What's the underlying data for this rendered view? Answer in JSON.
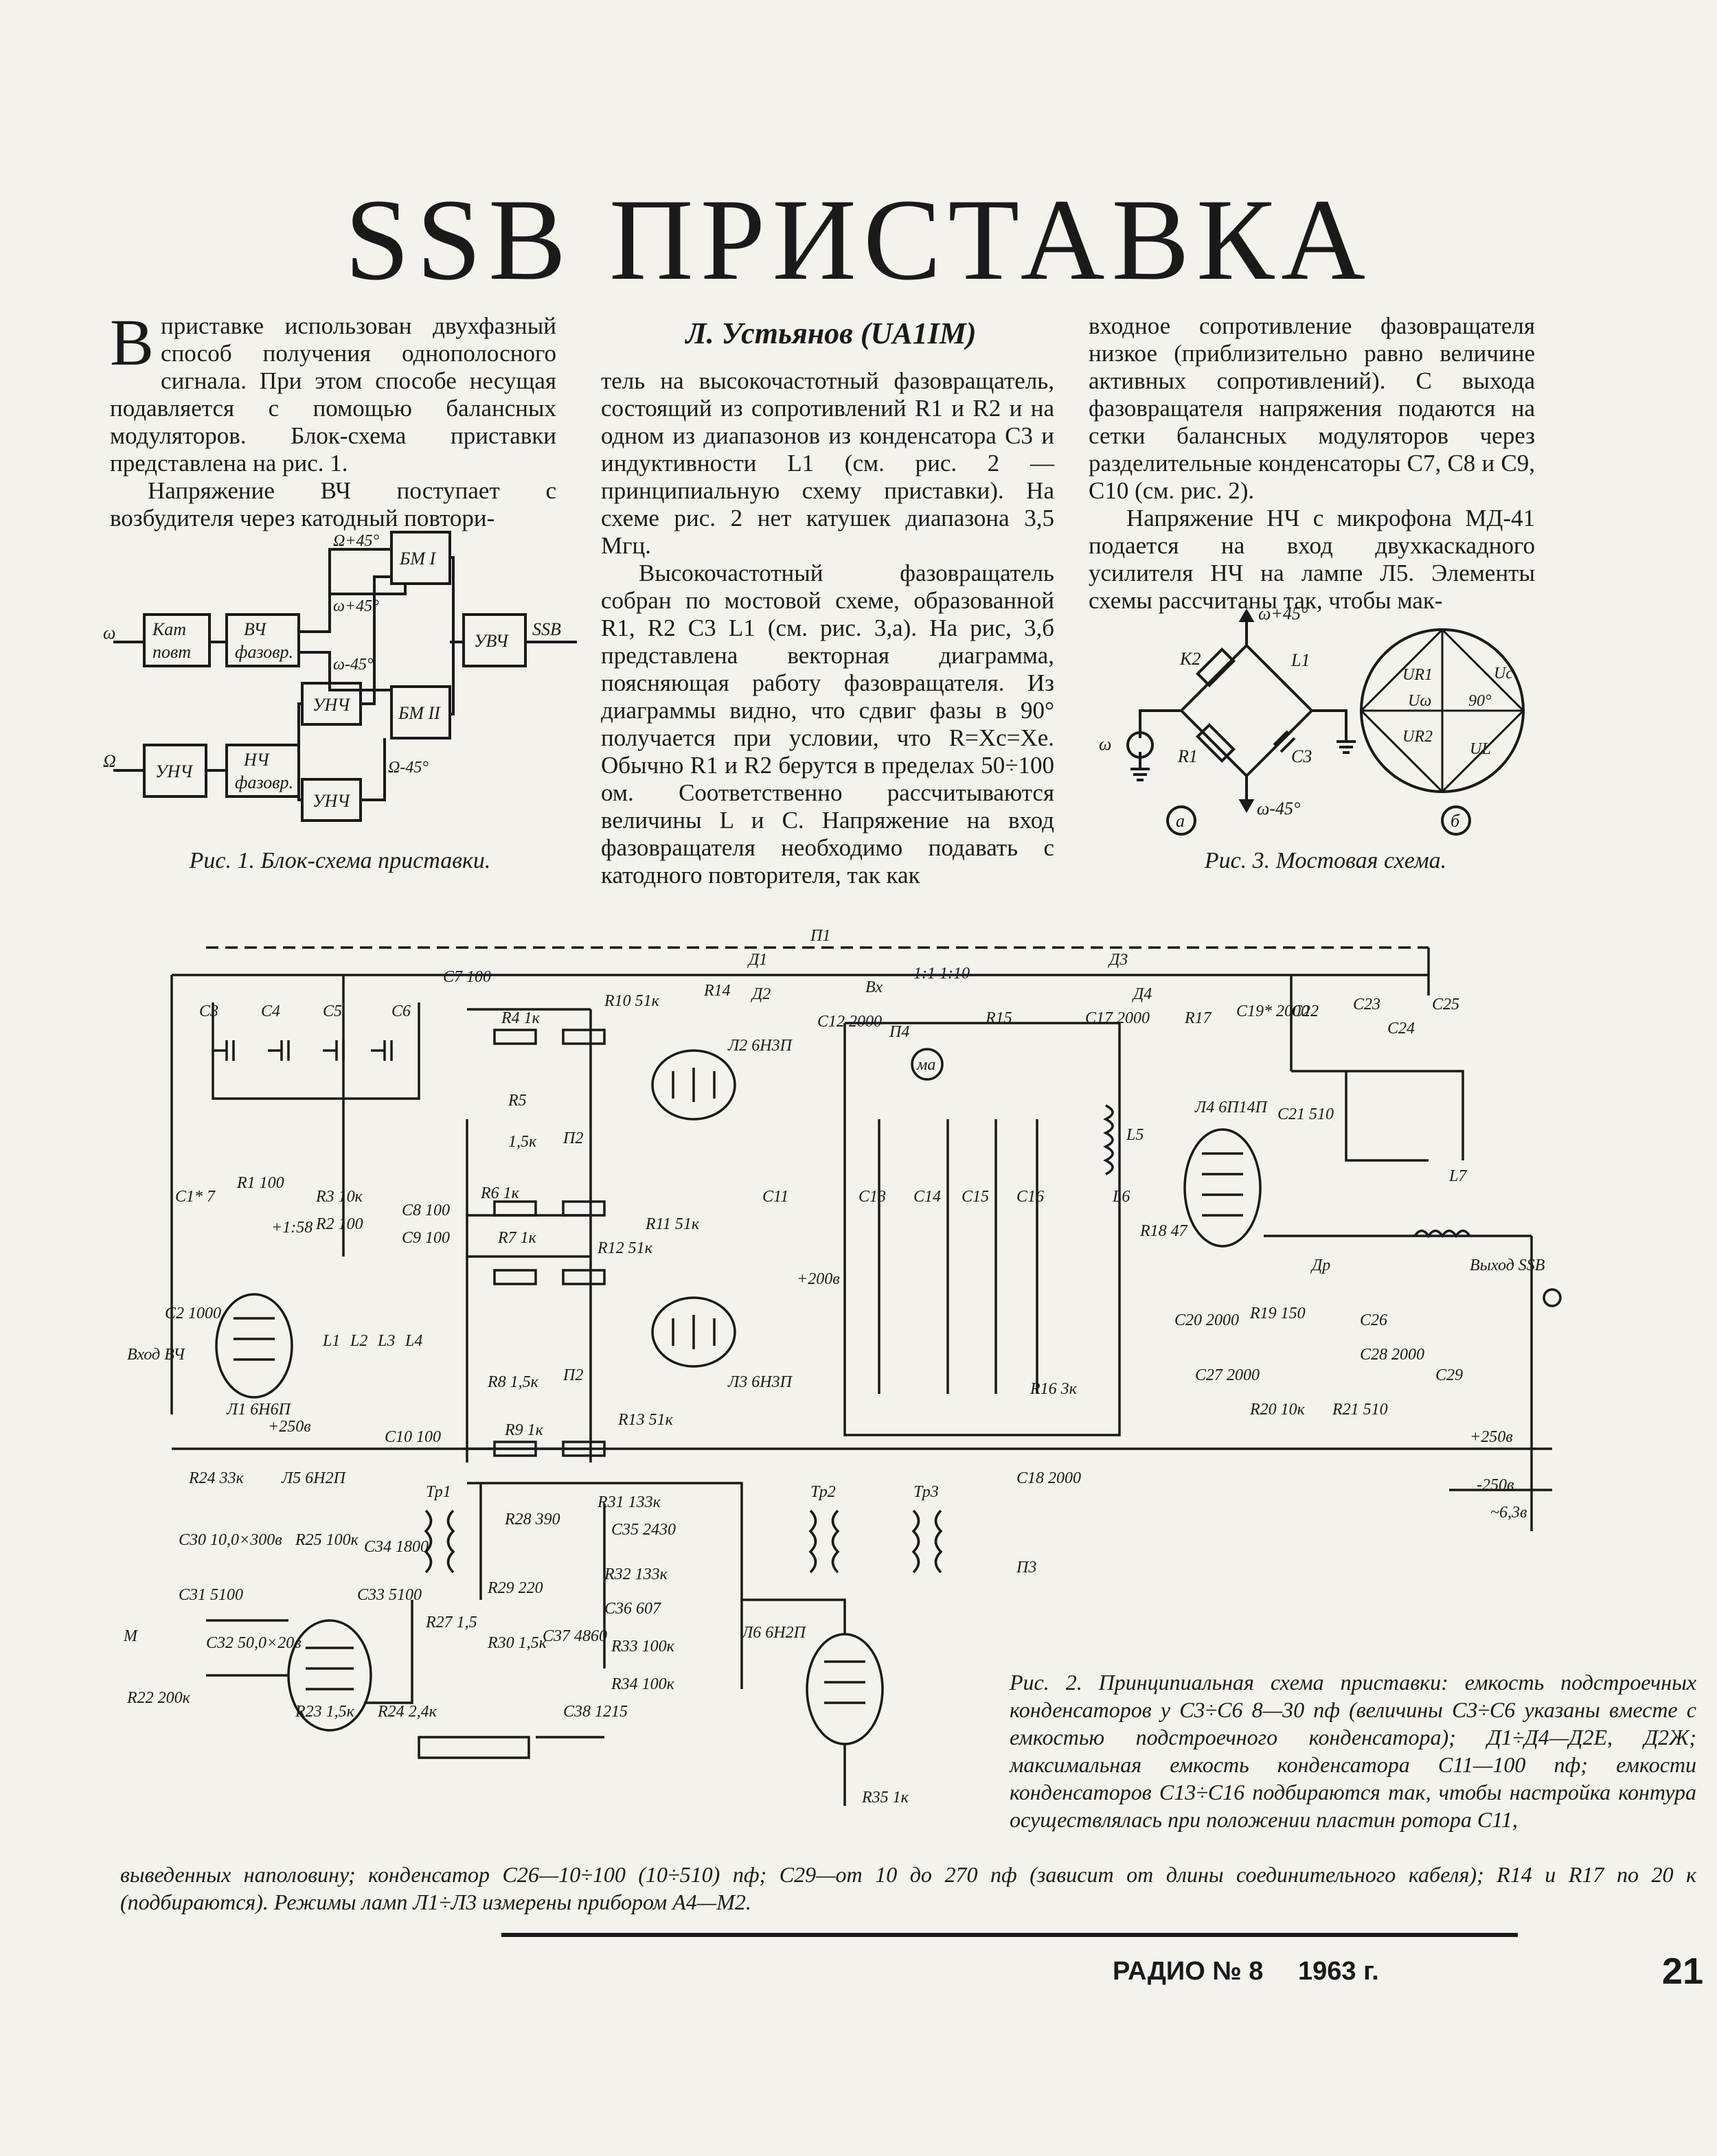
{
  "title": "SSB ПРИСТАВКА",
  "author": "Л. Устьянов (UA1IM)",
  "col1": {
    "dropcap": "В",
    "p1": "приставке использован двухфазный способ получения однополосного сигнала. При этом способе несущая подавляется с помощью балансных модуляторов. Блок-схема приставки представлена на рис. 1.",
    "p2": "Напряжение ВЧ поступает с возбудителя через катодный повтори-"
  },
  "col2": {
    "p1": "тель на высокочастотный фазовращатель, состоящий из сопротивлений R1 и R2 и на одном из диапазонов из конденсатора C3 и индуктивности L1 (см. рис. 2 — принципиальную схему приставки). На схеме рис. 2 нет катушек диапазона 3,5 Мгц.",
    "p2": "Высокочастотный фазовращатель собран по мостовой схеме, образованной R1, R2 C3 L1 (см. рис. 3,а). На рис, 3,б представлена векторная диаграмма, поясняющая работу фазовращателя. Из диаграммы видно, что сдвиг фазы в 90° получается при условии, что R=Xc=Xe. Обычно R1 и R2 берутся в пределах 50÷100 ом. Соответственно рассчитываются величины L и C. Напряжение на вход фазовращателя необходимо подавать с катодного повторителя, так как"
  },
  "col3": {
    "p1": "входное сопротивление фазовращателя низкое (приблизительно равно величине активных сопротивлений). С выхода фазовращателя напряжения подаются на сетки балансных модуляторов через разделительные конденсаторы C7, C8 и C9, C10 (см. рис. 2).",
    "p2": "Напряжение НЧ с микрофона МД-41 подается на вход двухкаскадного усилителя НЧ на лампе Л5. Элементы схемы рассчитаны так, чтобы мак-"
  },
  "fig1": {
    "caption": "Рис. 1. Блок-схема приставки.",
    "blocks": {
      "kat": [
        "Кат",
        "повт"
      ],
      "vch": [
        "ВЧ",
        "фазовр."
      ],
      "bm1": "БМ I",
      "bm2": "БМ II",
      "uvch": "УВЧ",
      "unch_in": "УНЧ",
      "nch": [
        "НЧ",
        "фазовр."
      ],
      "unch_top": "УНЧ",
      "unch_bot": "УНЧ"
    },
    "signals": {
      "omega": "ω",
      "Omega": "Ω",
      "ssb": "SSB",
      "s1": "Ω+45°",
      "s2": "ω+45°",
      "s3": "ω-45°",
      "s4": "Ω-45°"
    }
  },
  "fig3": {
    "caption": "Рис. 3. Мостовая схема.",
    "labels": {
      "top": "ω+45°",
      "bottom": "ω-45°",
      "source": "ω",
      "k2": "K2",
      "l1": "L1",
      "r1": "R1",
      "c3": "C3",
      "a": "а",
      "b": "б",
      "uc": "Uc",
      "ur1": "UR1",
      "uw": "Uω",
      "deg": "90°",
      "ur2": "UR2",
      "ul": "UL"
    }
  },
  "fig2": {
    "labels": {
      "p1": "П1",
      "p2": "П2",
      "p2b": "П2",
      "p3": "П3",
      "p4": "П4",
      "d1": "Д1",
      "d2": "Д2",
      "d3": "Д3",
      "d4": "Д4",
      "r14": "R14",
      "c12": "C12 2000",
      "vx": "Вх",
      "ma": "ма",
      "r15": "R15",
      "r1010": "1:1  1:10",
      "c17": "C17 2000",
      "r17": "R17",
      "c19": "C19* 2000",
      "c22": "C22",
      "c23": "C23",
      "c24": "C24",
      "c25": "C25",
      "c3": "C3",
      "c4": "C4",
      "c5": "C5",
      "c6": "C6",
      "c7": "C7 100",
      "r10": "R10 51к",
      "r4": "R4 1к",
      "r5": "R5",
      "r5b": "1,5к",
      "l2": "Л2 6Н3П",
      "l3": "Л3 6Н3П",
      "l4": "Л4 6П14П",
      "l1": "Л1 6Н6П",
      "l5": "Л5 6Н2П",
      "l6": "Л6 6Н2П",
      "c1": "C1* 7",
      "r1": "R1 100",
      "v158": "+1:58",
      "r3": "R3 10к",
      "r2": "R2 100",
      "c8": "C8 100",
      "c9": "C9 100",
      "r6": "R6 1к",
      "r7": "R7 1к",
      "r11": "R11 51к",
      "r12": "R12 51к",
      "c11": "C11",
      "c13": "C13",
      "c14": "C14",
      "c15": "C15",
      "c16": "C16",
      "l5c": "L5",
      "l6c": "L6",
      "r18": "R18 47",
      "c21": "C21 510",
      "l7": "L7",
      "out": "Выход SSB",
      "c26": "C26",
      "dr": "Др",
      "c29": "C29",
      "c2": "C2 1000",
      "vxvch": "Вход ВЧ",
      "L1": "L1",
      "L2": "L2",
      "L3": "L3",
      "L4": "L4",
      "r8": "R8 1,5к",
      "r9": "R9 1к",
      "r13": "R13 51к",
      "c10": "C10 100",
      "v200": "+200в",
      "v250a": "+250в",
      "r16": "R16 3к",
      "c20": "C20 2000",
      "c27": "C27 2000",
      "r19": "R19 150",
      "c28": "C28 2000",
      "r20": "R20 10к",
      "r21": "R21 510",
      "v250": "+250в",
      "vm250": "-250в",
      "v63": "~6,3в",
      "c18": "C18 2000",
      "r24": "R24 33к",
      "c30": "C30 10,0×300в",
      "r25": "R25 100к",
      "c34": "C34 1800",
      "tr1": "Тр1",
      "r28": "R28 390",
      "r31": "R31 133к",
      "c35": "C35 2430",
      "tr2": "Тр2",
      "tr3": "Тр3",
      "r29": "R29 220",
      "r32": "R32 133к",
      "c36": "C36 607",
      "c31": "C31 5100",
      "c33": "C33 5100",
      "r27": "R27 1,5",
      "m": "М",
      "c32": "C32 50,0×20в",
      "r30": "R30 1,5к",
      "c37": "C37 4860",
      "r33": "R33 100к",
      "r34": "R34 100к",
      "c38": "C38 1215",
      "r22": "R22 200к",
      "r23": "R23 1,5к",
      "r24b": "R24 2,4к",
      "r35": "R35 1к"
    },
    "caption": "Рис. 2. Принципиальная схема приставки: емкость подстроечных конденсаторов у C3÷C6 8—30 пф (величины C3÷C6 указаны вместе с емкостью подстроечного конденсатора); Д1÷Д4—Д2Е, Д2Ж; максимальная емкость конденсатора C11—100 пф; емкости конденсаторов C13÷C16 подбираются так, чтобы настройка контура осуществлялась при положении пластин ротора C11,",
    "caption_cont": "выведенных наполовину; конденсатор C26—10÷100 (10÷510) пф; C29—от 10 до 270 пф (зависит от длины соединительного кабеля); R14 и R17 по 20 к (подбираются). Режимы ламп Л1÷Л3 измерены прибором А4—М2."
  },
  "footer": {
    "journal": "РАДИО № 8",
    "year": "1963 г.",
    "page": "21"
  }
}
